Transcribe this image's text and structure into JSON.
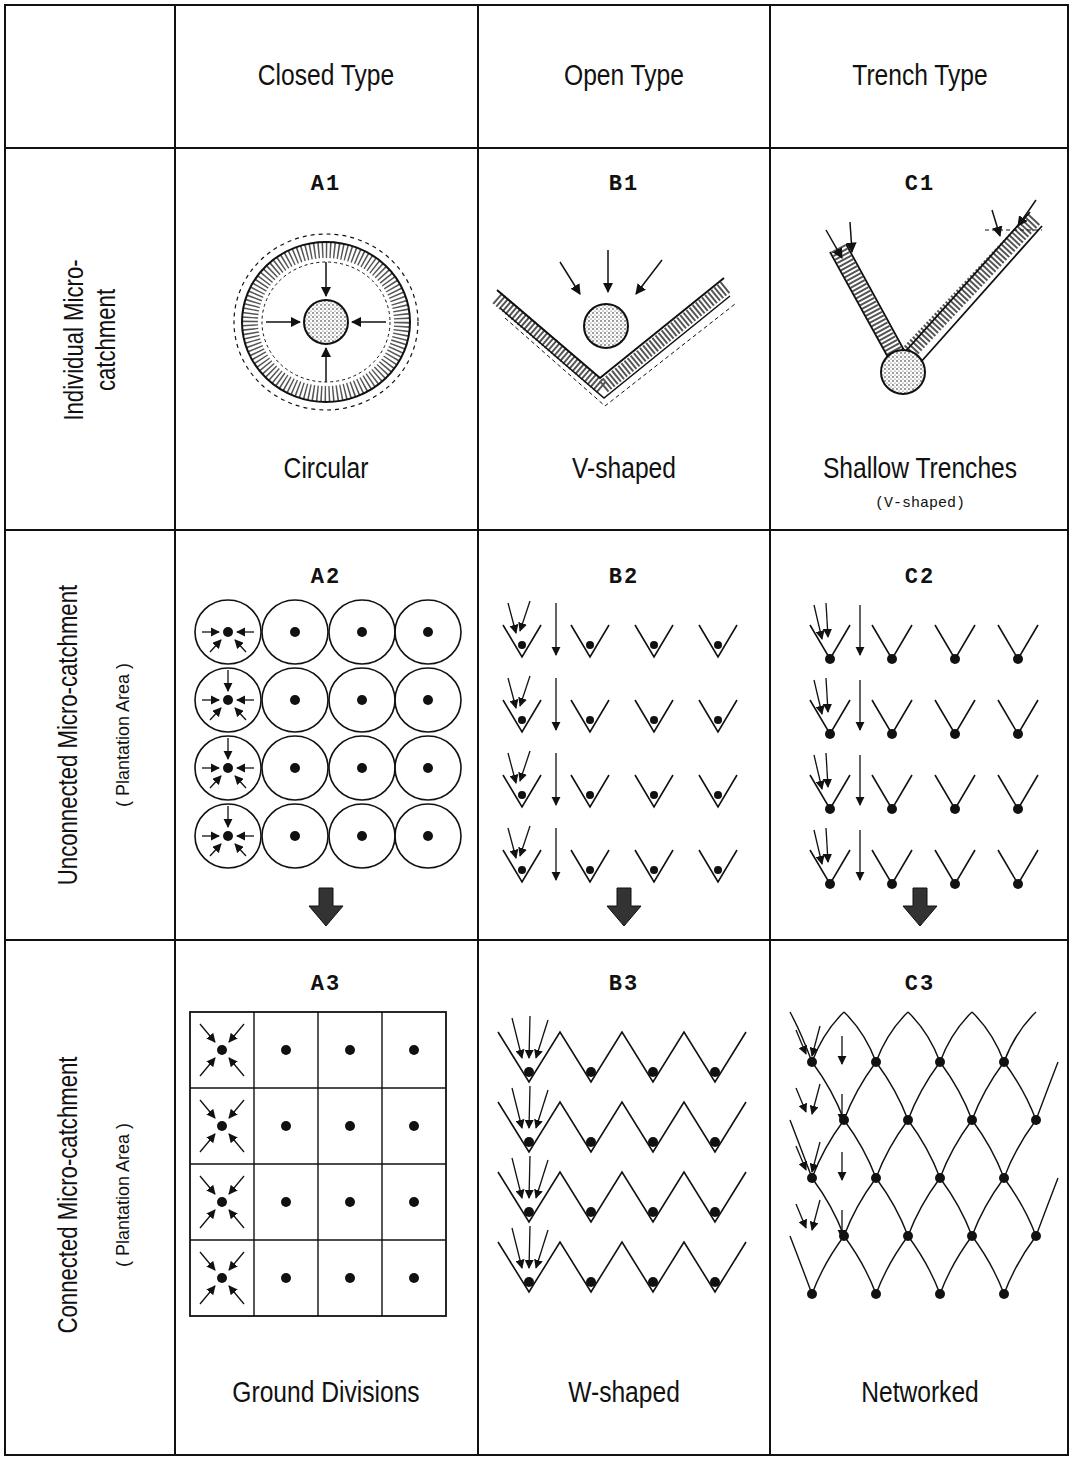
{
  "diagram": {
    "labels": [
      "Closed Type",
      "Open Type",
      "Trench Type",
      "Individual Micro-catchment",
      "A1",
      "B1",
      "C1",
      "Circular",
      "V-shaped",
      "Shallow Trenches",
      "(V-shaped)",
      "Unconnected Micro-catchment",
      "( Plantation Area )",
      "A2",
      "B2",
      "C2",
      "Connected Micro-catchment",
      "( Plantation Area )",
      "A3",
      "B3",
      "C3",
      "Ground Divisions",
      "W-shaped",
      "Networked"
    ]
  }
}
